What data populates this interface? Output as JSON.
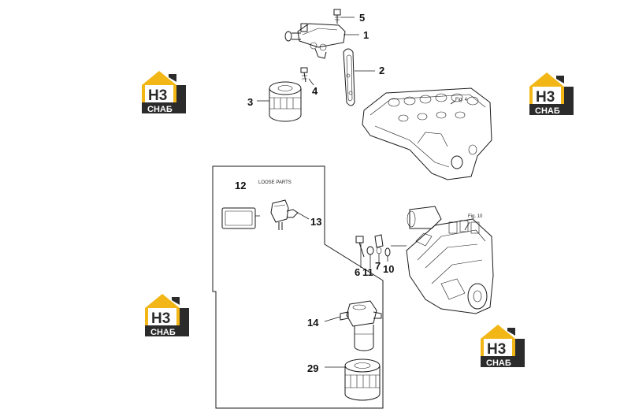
{
  "diagram": {
    "callouts": {
      "c1": "1",
      "c2": "2",
      "c3": "3",
      "c4": "4",
      "c5": "5",
      "c6": "6",
      "c7": "7",
      "c10": "10",
      "c11": "11",
      "c12": "12",
      "c13": "13",
      "c14": "14",
      "c29": "29"
    },
    "labels": {
      "fig4": "Fig. 4",
      "fig10": "Fig. 10",
      "loose_parts": "LOOSE PARTS"
    }
  },
  "logo": {
    "letters": "H3",
    "word": "СНАБ",
    "colors": {
      "yellow": "#f2b716",
      "dark": "#2b2b2b",
      "white": "#ffffff"
    }
  }
}
